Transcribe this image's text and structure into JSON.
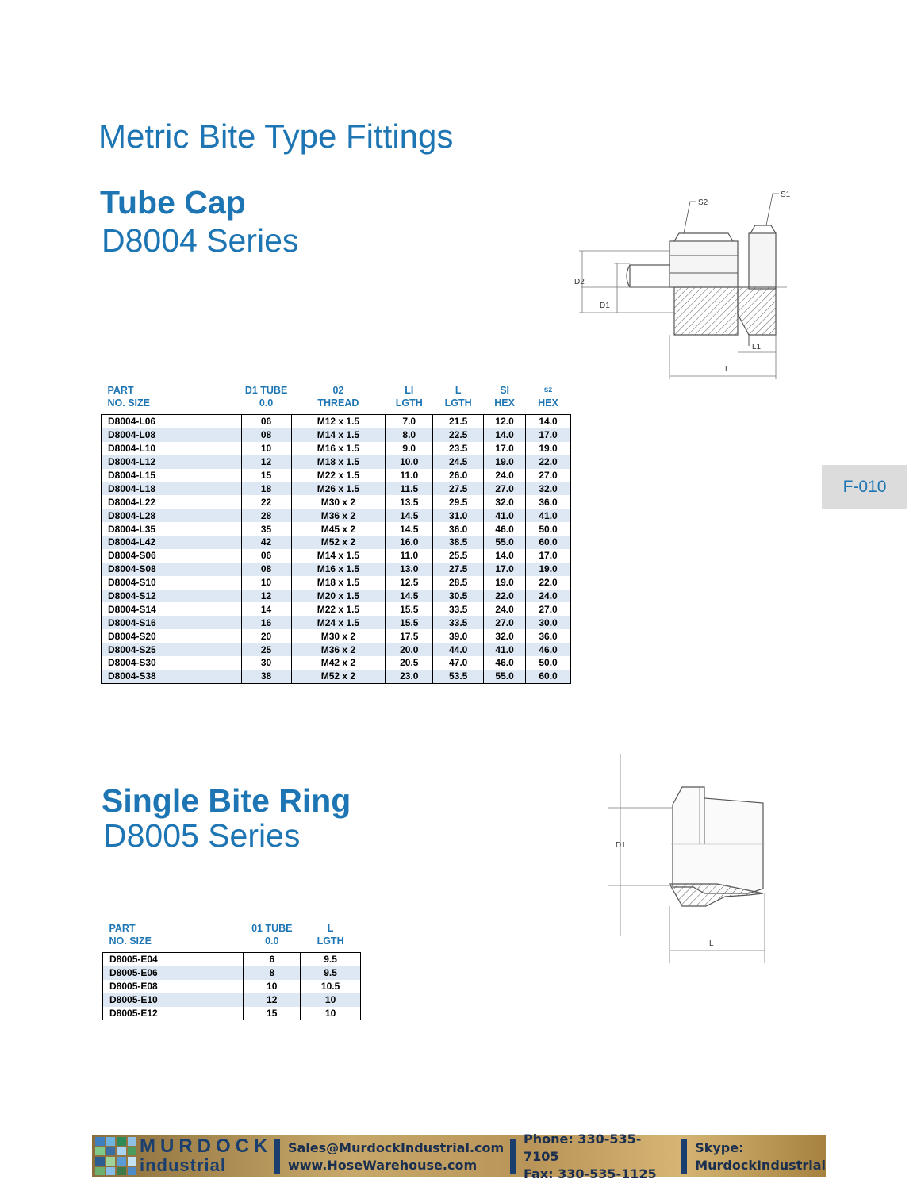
{
  "page": {
    "title": "Metric Bite Type Fittings",
    "badge": "F-010"
  },
  "tube_cap": {
    "name": "Tube Cap",
    "series": "D8004 Series",
    "drawing_labels": {
      "s2": "S2",
      "s1": "S1",
      "d2": "D2",
      "d1": "D1",
      "l1": "L1",
      "l": "L"
    },
    "headers": [
      {
        "line1": "PART",
        "line2": "NO. SIZE"
      },
      {
        "line1": "D1 TUBE",
        "line2": "0.0"
      },
      {
        "line1": "02",
        "line2": "THREAD"
      },
      {
        "line1": "LI",
        "line2": "LGTH"
      },
      {
        "line1": "L",
        "line2": "LGTH"
      },
      {
        "line1": "SI",
        "line2": "HEX"
      },
      {
        "line1": "sz",
        "line2": "HEX"
      }
    ],
    "rows": [
      [
        "D8004-L06",
        "06",
        "M12 x 1.5",
        "7.0",
        "21.5",
        "12.0",
        "14.0"
      ],
      [
        "D8004-L08",
        "08",
        "M14 x 1.5",
        "8.0",
        "22.5",
        "14.0",
        "17.0"
      ],
      [
        "D8004-L10",
        "10",
        "M16 x 1.5",
        "9.0",
        "23.5",
        "17.0",
        "19.0"
      ],
      [
        "D8004-L12",
        "12",
        "M18 x 1.5",
        "10.0",
        "24.5",
        "19.0",
        "22.0"
      ],
      [
        "D8004-L15",
        "15",
        "M22 x 1.5",
        "11.0",
        "26.0",
        "24.0",
        "27.0"
      ],
      [
        "D8004-L18",
        "18",
        "M26 x 1.5",
        "11.5",
        "27.5",
        "27.0",
        "32.0"
      ],
      [
        "D8004-L22",
        "22",
        "M30 x 2",
        "13.5",
        "29.5",
        "32.0",
        "36.0"
      ],
      [
        "D8004-L28",
        "28",
        "M36 x 2",
        "14.5",
        "31.0",
        "41.0",
        "41.0"
      ],
      [
        "D8004-L35",
        "35",
        "M45 x 2",
        "14.5",
        "36.0",
        "46.0",
        "50.0"
      ],
      [
        "D8004-L42",
        "42",
        "M52 x 2",
        "16.0",
        "38.5",
        "55.0",
        "60.0"
      ],
      [
        "D8004-S06",
        "06",
        "M14 x 1.5",
        "11.0",
        "25.5",
        "14.0",
        "17.0"
      ],
      [
        "D8004-S08",
        "08",
        "M16 x 1.5",
        "13.0",
        "27.5",
        "17.0",
        "19.0"
      ],
      [
        "D8004-S10",
        "10",
        "M18 x 1.5",
        "12.5",
        "28.5",
        "19.0",
        "22.0"
      ],
      [
        "D8004-S12",
        "12",
        "M20 x 1.5",
        "14.5",
        "30.5",
        "22.0",
        "24.0"
      ],
      [
        "D8004-S14",
        "14",
        "M22 x 1.5",
        "15.5",
        "33.5",
        "24.0",
        "27.0"
      ],
      [
        "D8004-S16",
        "16",
        "M24 x 1.5",
        "15.5",
        "33.5",
        "27.0",
        "30.0"
      ],
      [
        "D8004-S20",
        "20",
        "M30 x 2",
        "17.5",
        "39.0",
        "32.0",
        "36.0"
      ],
      [
        "D8004-S25",
        "25",
        "M36 x 2",
        "20.0",
        "44.0",
        "41.0",
        "46.0"
      ],
      [
        "D8004-S30",
        "30",
        "M42 x 2",
        "20.5",
        "47.0",
        "46.0",
        "50.0"
      ],
      [
        "D8004-S38",
        "38",
        "M52 x 2",
        "23.0",
        "53.5",
        "55.0",
        "60.0"
      ]
    ]
  },
  "bite_ring": {
    "name": "Single Bite Ring",
    "series": "D8005 Series",
    "drawing_labels": {
      "d1": "D1",
      "l": "L"
    },
    "headers": [
      {
        "line1": "PART",
        "line2": "NO. SIZE"
      },
      {
        "line1": "01 TUBE",
        "line2": "0.0"
      },
      {
        "line1": "L",
        "line2": "LGTH"
      }
    ],
    "rows": [
      [
        "D8005-E04",
        "6",
        "9.5"
      ],
      [
        "D8005-E06",
        "8",
        "9.5"
      ],
      [
        "D8005-E08",
        "10",
        "10.5"
      ],
      [
        "D8005-E10",
        "12",
        "10"
      ],
      [
        "D8005-E12",
        "15",
        "10"
      ]
    ]
  },
  "footer": {
    "logo_line1": "MURDOCK",
    "logo_line2": "industrial",
    "email": "Sales@MurdockIndustrial.com",
    "website": "www.HoseWarehouse.com",
    "phone": "Phone: 330-535-7105",
    "fax": "Fax: 330-535-1125",
    "skype_label": "Skype:",
    "skype_id": "MurdockIndustrial"
  },
  "colors": {
    "heading_blue": "#1d75b3",
    "row_stripe": "#dde8f4",
    "footer_navy": "#1a3f6e"
  }
}
